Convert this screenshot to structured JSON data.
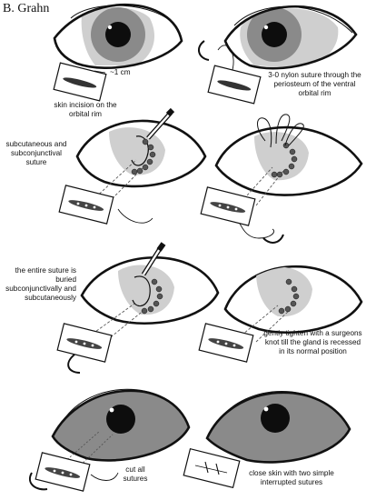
{
  "credit": "B. Grahn",
  "labels": {
    "size": "~1 cm",
    "skin_incision": "skin incision on the orbital rim",
    "nylon_suture": "3-0 nylon suture through the periosteum of the ventral orbital rim",
    "subcutaneous": "subcutaneous and subconjunctival suture",
    "buried": "the entire suture is buried subconjunctivally and subcutaneously",
    "tighten": "gently tighten with a surgeons knot till the gland is recessed in its normal position",
    "cut": "cut all sutures",
    "close": "close skin with two simple interrupted sutures"
  },
  "colors": {
    "ink": "#111111",
    "sclera": "#ffffff",
    "iris": "#8a8a8a",
    "pupil": "#0d0d0d",
    "conjunctiva": "#c8c8c8",
    "gland": "#666666"
  }
}
